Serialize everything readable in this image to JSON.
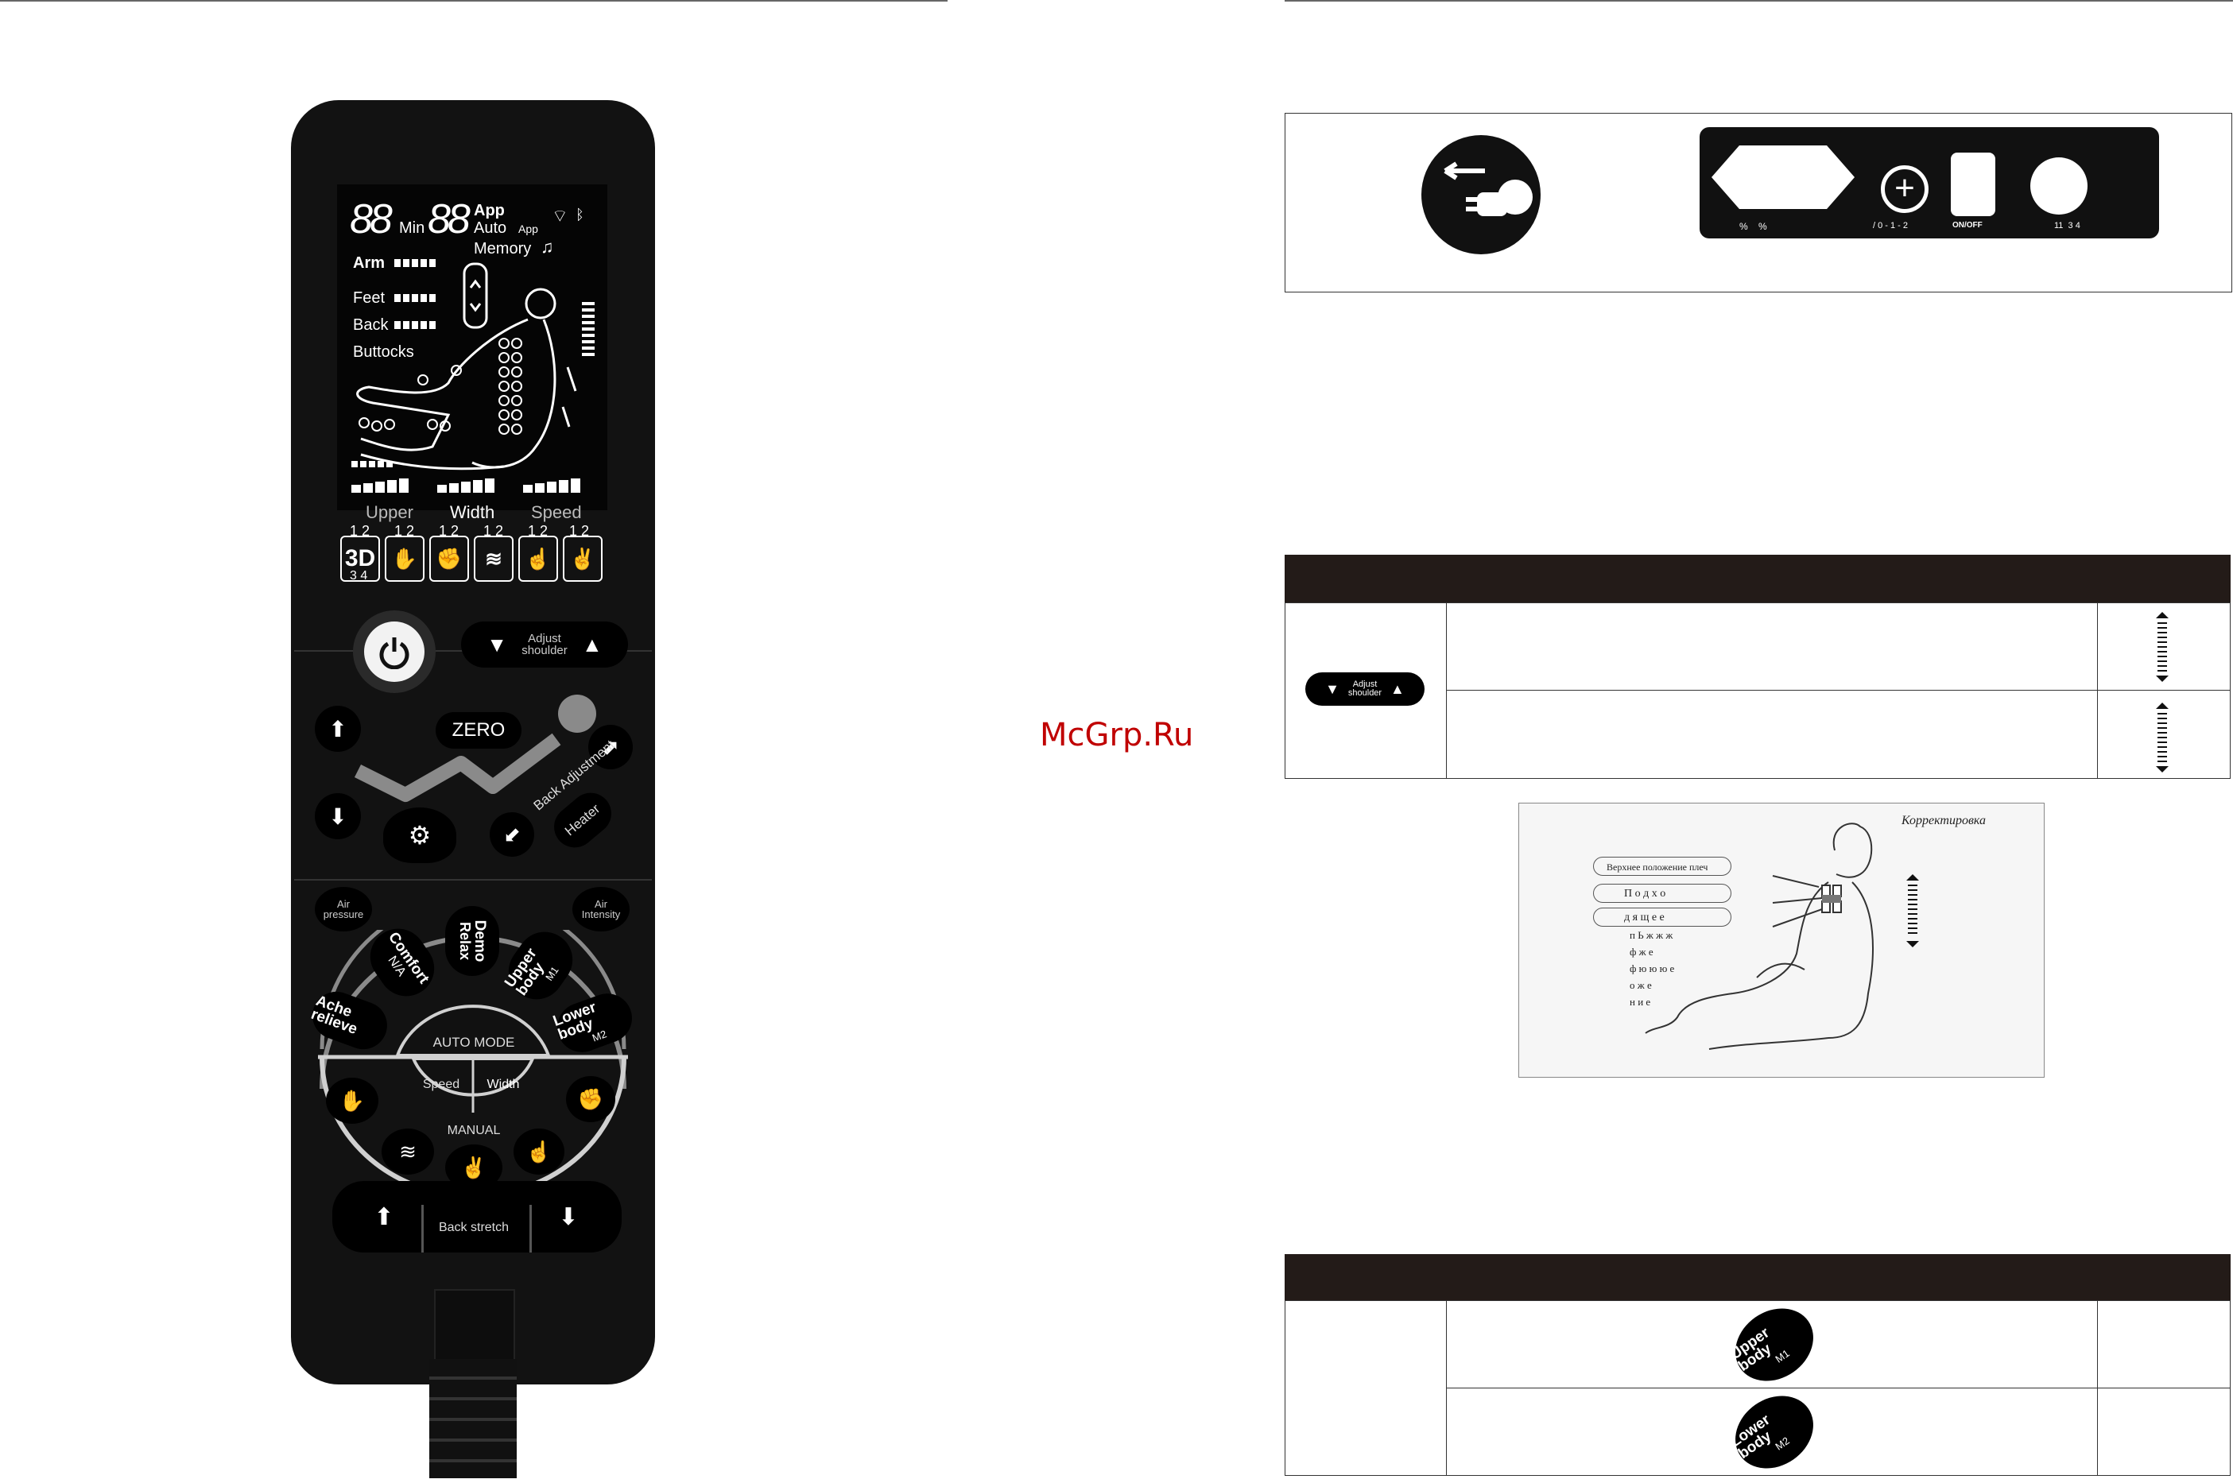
{
  "watermark": "McGrp.Ru",
  "remote": {
    "lcd": {
      "timer_digits": "88",
      "timer_unit": "Min",
      "mode_digits": "88",
      "app_label": "App",
      "auto_label": "Auto",
      "app_small_label": "App",
      "memory_label": "Memory",
      "intensity_rows": [
        {
          "label": "Arm",
          "level": 5
        },
        {
          "label": "Feet",
          "level": 5
        },
        {
          "label": "Back",
          "level": 5
        },
        {
          "label": "Buttocks",
          "level": 0
        }
      ],
      "bottom_bar_groups": [
        {
          "label": "Upper",
          "level": 5,
          "dim": true
        },
        {
          "label": "Width",
          "level": 5,
          "dim": false
        },
        {
          "label": "Speed",
          "level": 5,
          "dim": true
        }
      ],
      "technique_numbers": [
        "1 2",
        "1 2",
        "1 2",
        "1 2",
        "1 2",
        "1 2"
      ],
      "technique_3d_label": "3D",
      "technique_3d_sub": "3 4"
    },
    "power_icon": "power-icon",
    "adjust_shoulder_label": "Adjust shoulder",
    "zero_label": "ZERO",
    "back_adjustment_label": "Back Adjustment",
    "heater_label": "Heater",
    "air_pressure_label": "Air pressure",
    "air_intensity_label": "Air Intensity",
    "auto_programs": [
      {
        "label": "Comfort",
        "sub": "N/A"
      },
      {
        "label": "Demo",
        "sub": "Relax"
      },
      {
        "label": "Upper body",
        "sub": "M1"
      },
      {
        "label": "Ache relieve",
        "sub": ""
      },
      {
        "label": "Lower body",
        "sub": "M2"
      }
    ],
    "auto_mode_label": "AUTO MODE",
    "speed_label": "Speed",
    "width_label": "Width",
    "manual_label": "MANUAL",
    "back_stretch_label": "Back stretch"
  },
  "power_panel": {
    "switch_labels": "/ 0 - 1 - 2",
    "onoff_label": "ON/OFF",
    "socket_labels": "%    %",
    "right_labels": "11  3 4"
  },
  "table1": {
    "button_label": "Adjust shoulder"
  },
  "illustration": {
    "title": "Корректировка",
    "label1": "Верхнее положение плеч",
    "label2": "П о д х о",
    "label3": "д я щ е е",
    "lines": [
      "п Ь ж ж ж",
      "ф ж е",
      "ф ю ю ю е",
      "о ж е",
      "н и е"
    ]
  },
  "table2": {
    "button1_label": "Upper body",
    "button1_sub": "M1",
    "button2_label": "Lower body",
    "button2_sub": "M2"
  }
}
